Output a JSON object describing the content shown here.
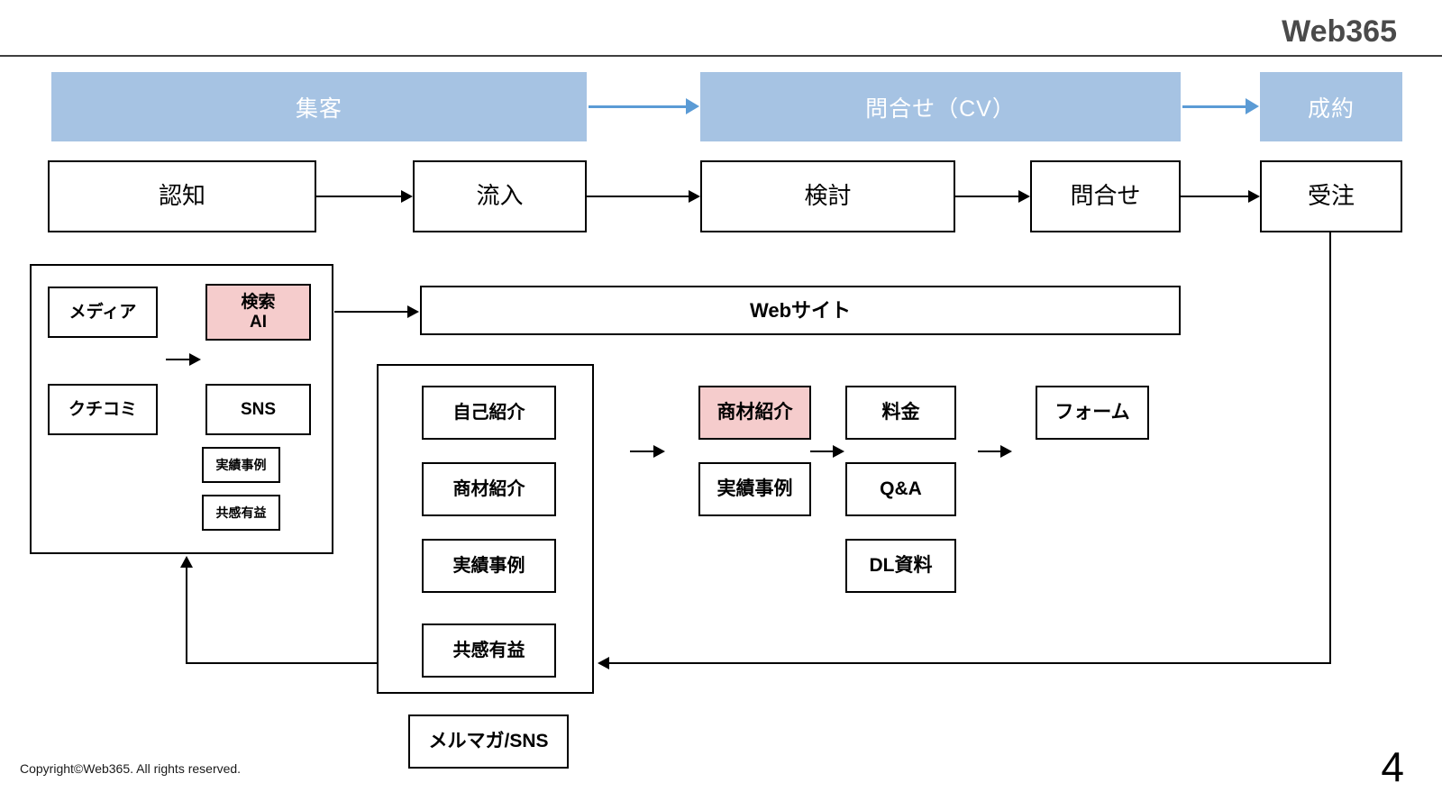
{
  "brand": "Web365",
  "stages": {
    "attract": "集客",
    "inquiry_cv": "問合せ（CV）",
    "close": "成約"
  },
  "steps": {
    "awareness": "認知",
    "inflow": "流入",
    "consideration": "検討",
    "inquiry": "問合せ",
    "order": "受注"
  },
  "awareness_group": {
    "media": "メディア",
    "search_line1": "検索",
    "search_line2": "AI",
    "word_of_mouth": "クチコミ",
    "sns": "SNS",
    "case_studies": "実績事例",
    "empathy_value": "共感有益"
  },
  "website": {
    "label": "Webサイト"
  },
  "site_pages": {
    "self_intro": "自己紹介",
    "product_intro": "商材紹介",
    "case_studies": "実績事例",
    "empathy_value": "共感有益"
  },
  "consideration_pages": {
    "product_intro": "商材紹介",
    "case_studies": "実績事例",
    "pricing": "料金",
    "qa": "Q&A",
    "download": "DL資料",
    "form": "フォーム"
  },
  "retention": {
    "label": "メルマガ/SNS"
  },
  "footer": {
    "copyright": "Copyright©Web365. All rights reserved.",
    "page_number": "4"
  },
  "colors": {
    "stage_blue": "#A6C3E3",
    "arrow_blue": "#5B9BD5",
    "highlight_pink": "#F5CCCC",
    "line_black": "#000000",
    "brand_gray": "#4A4A4A"
  }
}
